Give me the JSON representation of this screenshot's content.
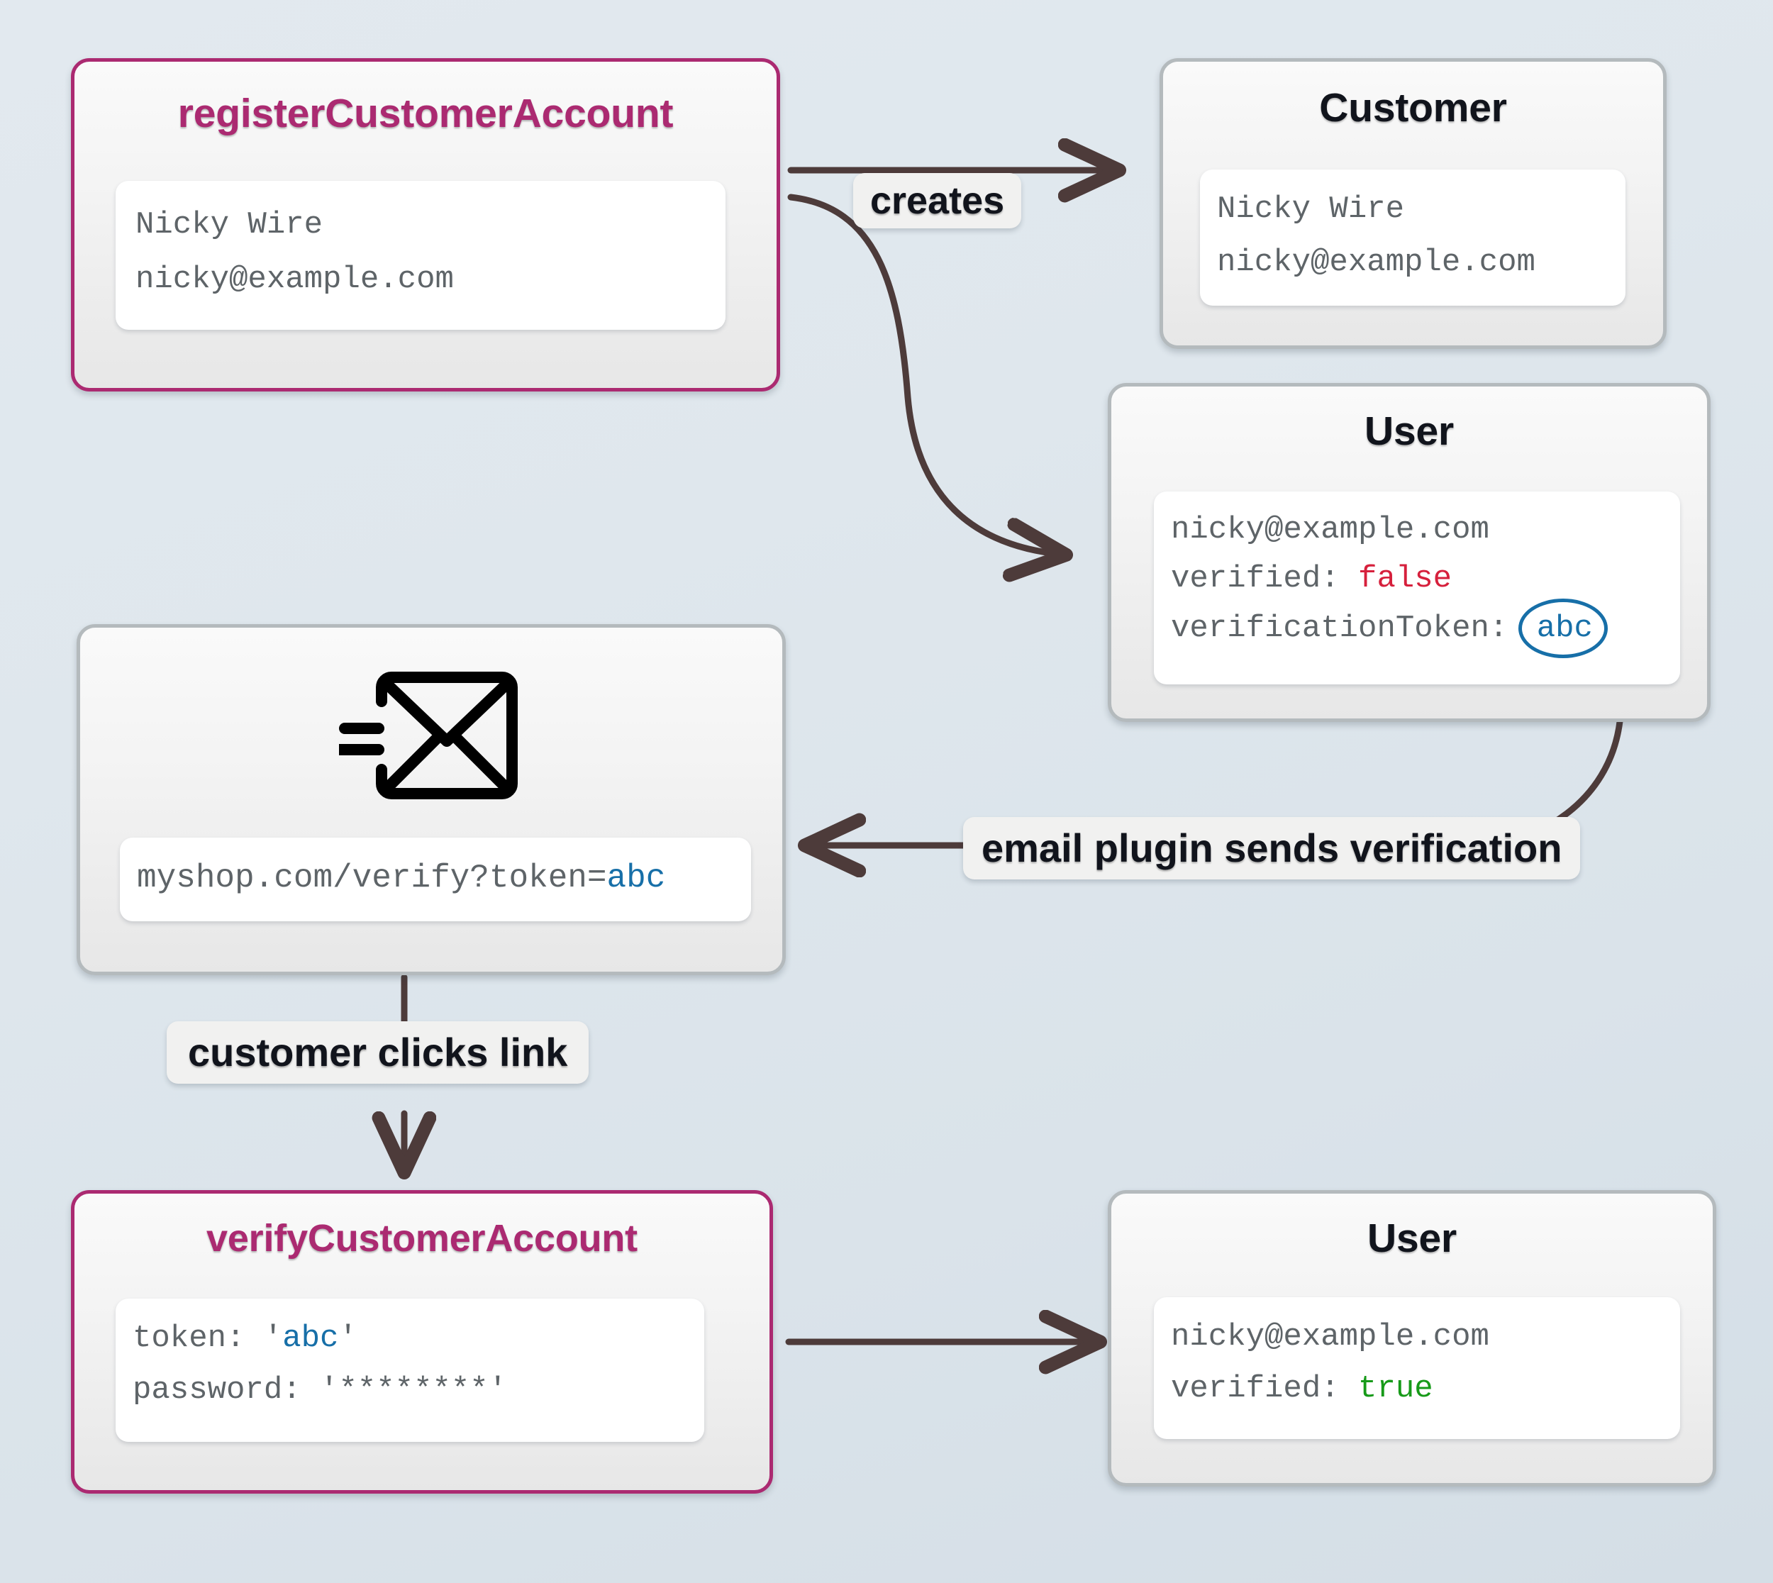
{
  "diagram": {
    "title": "Customer account registration and email verification flow",
    "accent_pink": "#ab2a71",
    "accent_blue": "#176fa8",
    "accent_red": "#d6203c",
    "accent_green": "#179a19",
    "edge_color": "#4d3b3a",
    "background": "#dfe7ed"
  },
  "nodes": {
    "register": {
      "title": "registerCustomerAccount",
      "lines": [
        "Nicky Wire",
        "nicky@example.com"
      ]
    },
    "customer": {
      "title": "Customer",
      "lines": [
        "Nicky Wire",
        "nicky@example.com"
      ]
    },
    "user_unverified": {
      "title": "User",
      "email": "nicky@example.com",
      "verified_key": "verified: ",
      "verified_value": "false",
      "token_key": "verificationToken: ",
      "token_value": "abc"
    },
    "email": {
      "icon": "send-email-envelope-icon",
      "url_prefix": "myshop.com/verify?token=",
      "url_token": "abc"
    },
    "verify": {
      "title": "verifyCustomerAccount",
      "token_key": "token: ",
      "token_quote_open": "'",
      "token_value": "abc",
      "token_quote_close": "'",
      "password_line": "password: '********'"
    },
    "user_verified": {
      "title": "User",
      "email": "nicky@example.com",
      "verified_key": "verified: ",
      "verified_value": "true"
    }
  },
  "edges": {
    "creates": "creates",
    "email_plugin": "email plugin sends verification",
    "clicks_link": "customer clicks link"
  }
}
